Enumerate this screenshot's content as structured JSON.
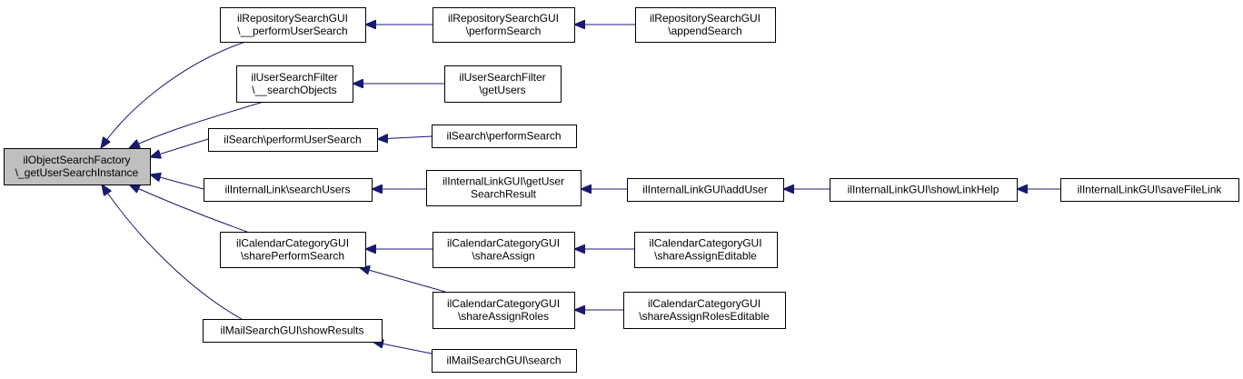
{
  "colors": {
    "edge": "#191970",
    "node_border": "#000000",
    "node_fill": "#ffffff",
    "root_fill": "#bfbfbf"
  },
  "nodes": {
    "root": [
      "ilObjectSearchFactory",
      "\\_getUserSearchInstance"
    ],
    "repo_perform_user": [
      "ilRepositorySearchGUI",
      "\\__performUserSearch"
    ],
    "repo_perform": [
      "ilRepositorySearchGUI",
      "\\performSearch"
    ],
    "repo_append": [
      "ilRepositorySearchGUI",
      "\\appendSearch"
    ],
    "filter_search": [
      "ilUserSearchFilter",
      "\\__searchObjects"
    ],
    "filter_get": [
      "ilUserSearchFilter",
      "\\getUsers"
    ],
    "search_perform_user": [
      "ilSearch\\performUserSearch"
    ],
    "search_perform": [
      "ilSearch\\performSearch"
    ],
    "link_search_users": [
      "ilInternalLink\\searchUsers"
    ],
    "link_get_user": [
      "ilInternalLinkGUI\\getUser",
      "SearchResult"
    ],
    "link_add_user": [
      "ilInternalLinkGUI\\addUser"
    ],
    "link_show_help": [
      "ilInternalLinkGUI\\showLinkHelp"
    ],
    "link_save_file": [
      "ilInternalLinkGUI\\saveFileLink"
    ],
    "cal_share_perform": [
      "ilCalendarCategoryGUI",
      "\\sharePerformSearch"
    ],
    "cal_share_assign": [
      "ilCalendarCategoryGUI",
      "\\shareAssign"
    ],
    "cal_share_assign_editable": [
      "ilCalendarCategoryGUI",
      "\\shareAssignEditable"
    ],
    "cal_share_roles": [
      "ilCalendarCategoryGUI",
      "\\shareAssignRoles"
    ],
    "cal_share_roles_editable": [
      "ilCalendarCategoryGUI",
      "\\shareAssignRolesEditable"
    ],
    "mail_show_results": [
      "ilMailSearchGUI\\showResults"
    ],
    "mail_search": [
      "ilMailSearchGUI\\search"
    ]
  },
  "edges": [
    [
      "repo_perform_user",
      "root"
    ],
    [
      "filter_search",
      "root"
    ],
    [
      "search_perform_user",
      "root"
    ],
    [
      "link_search_users",
      "root"
    ],
    [
      "cal_share_perform",
      "root"
    ],
    [
      "mail_show_results",
      "root"
    ],
    [
      "repo_perform",
      "repo_perform_user"
    ],
    [
      "repo_append",
      "repo_perform"
    ],
    [
      "filter_get",
      "filter_search"
    ],
    [
      "search_perform",
      "search_perform_user"
    ],
    [
      "link_get_user",
      "link_search_users"
    ],
    [
      "link_add_user",
      "link_get_user"
    ],
    [
      "link_show_help",
      "link_add_user"
    ],
    [
      "link_save_file",
      "link_show_help"
    ],
    [
      "cal_share_assign",
      "cal_share_perform"
    ],
    [
      "cal_share_roles",
      "cal_share_perform"
    ],
    [
      "cal_share_assign_editable",
      "cal_share_assign"
    ],
    [
      "cal_share_roles_editable",
      "cal_share_roles"
    ],
    [
      "mail_search",
      "mail_show_results"
    ]
  ]
}
